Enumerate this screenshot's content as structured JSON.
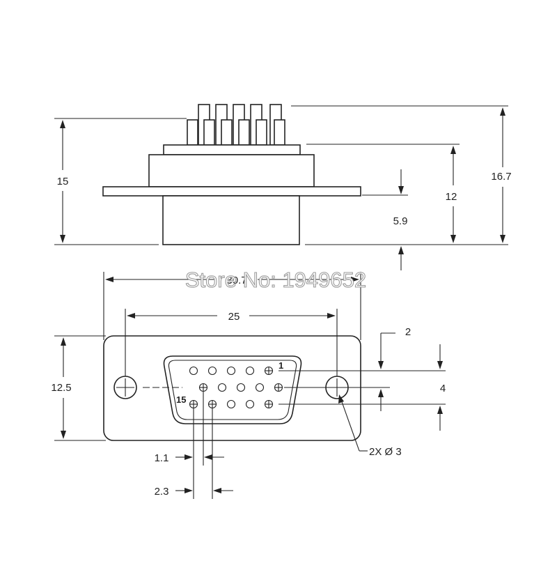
{
  "diagram": {
    "side_view": {
      "dim_total_height": "15",
      "dim_overall_height": "16.7",
      "dim_body_height": "12",
      "dim_flange_offset": "5.9"
    },
    "front_view": {
      "dim_flange_width": "30.7",
      "dim_hole_spacing": "25",
      "dim_flange_height": "12.5",
      "dim_row_offset": "2",
      "dim_rows_span": "4",
      "dim_hole_diameter": "2X Ø 3",
      "dim_pin_pitch_small": "1.1",
      "dim_pin_pitch_large": "2.3",
      "pin_label_first": "1",
      "pin_label_last": "15"
    },
    "watermark": "Store No: 1949652"
  }
}
